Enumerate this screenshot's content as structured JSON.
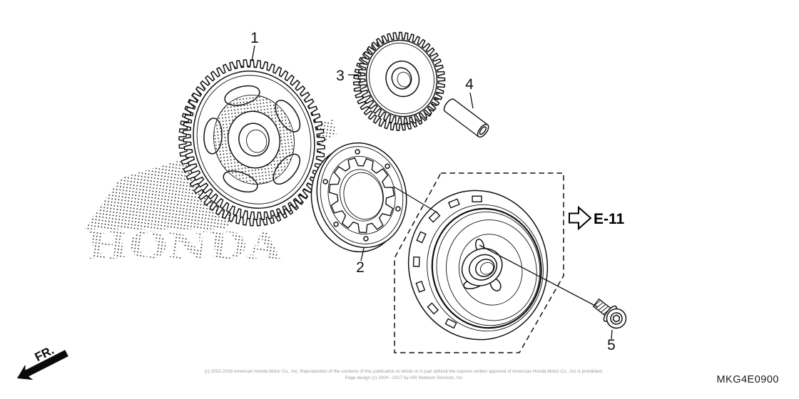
{
  "diagram": {
    "code": "MKG4E0900",
    "watermark": "HONDA",
    "direction_label": "FR.",
    "reference": {
      "label": "E-11"
    },
    "callouts": [
      {
        "number": "1"
      },
      {
        "number": "2"
      },
      {
        "number": "3"
      },
      {
        "number": "4"
      },
      {
        "number": "5"
      }
    ]
  },
  "footer": {
    "copyright_line1": "(c) 2002-2018 American Honda Motor Co., Inc. Reproduction of the contents of this publication in whole or in part without the express written approval of American Honda Motor Co., Inc is prohibited.",
    "copyright_line2": "Page design (c) 2004 - 2017 by ARI Network Services, Inc"
  }
}
